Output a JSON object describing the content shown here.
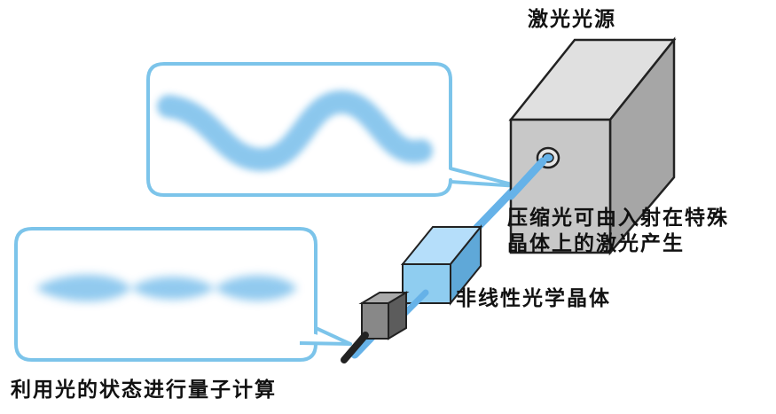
{
  "labels": {
    "laser_source": "激光光源",
    "squeezed_light_line1": "压缩光可由入射在特殊",
    "squeezed_light_line2": "晶体上的激光产生",
    "nonlinear_crystal": "非线性光学晶体",
    "quantum_computing": "利用光的状态进行量子计算"
  },
  "colors": {
    "beam": "#66b2e8",
    "wave": "#7fc1ec",
    "crystal": "#8fcdf0",
    "laser_box": "#c8c8c8",
    "bubble_border": "#7cc4ea",
    "detector": "#888888"
  }
}
